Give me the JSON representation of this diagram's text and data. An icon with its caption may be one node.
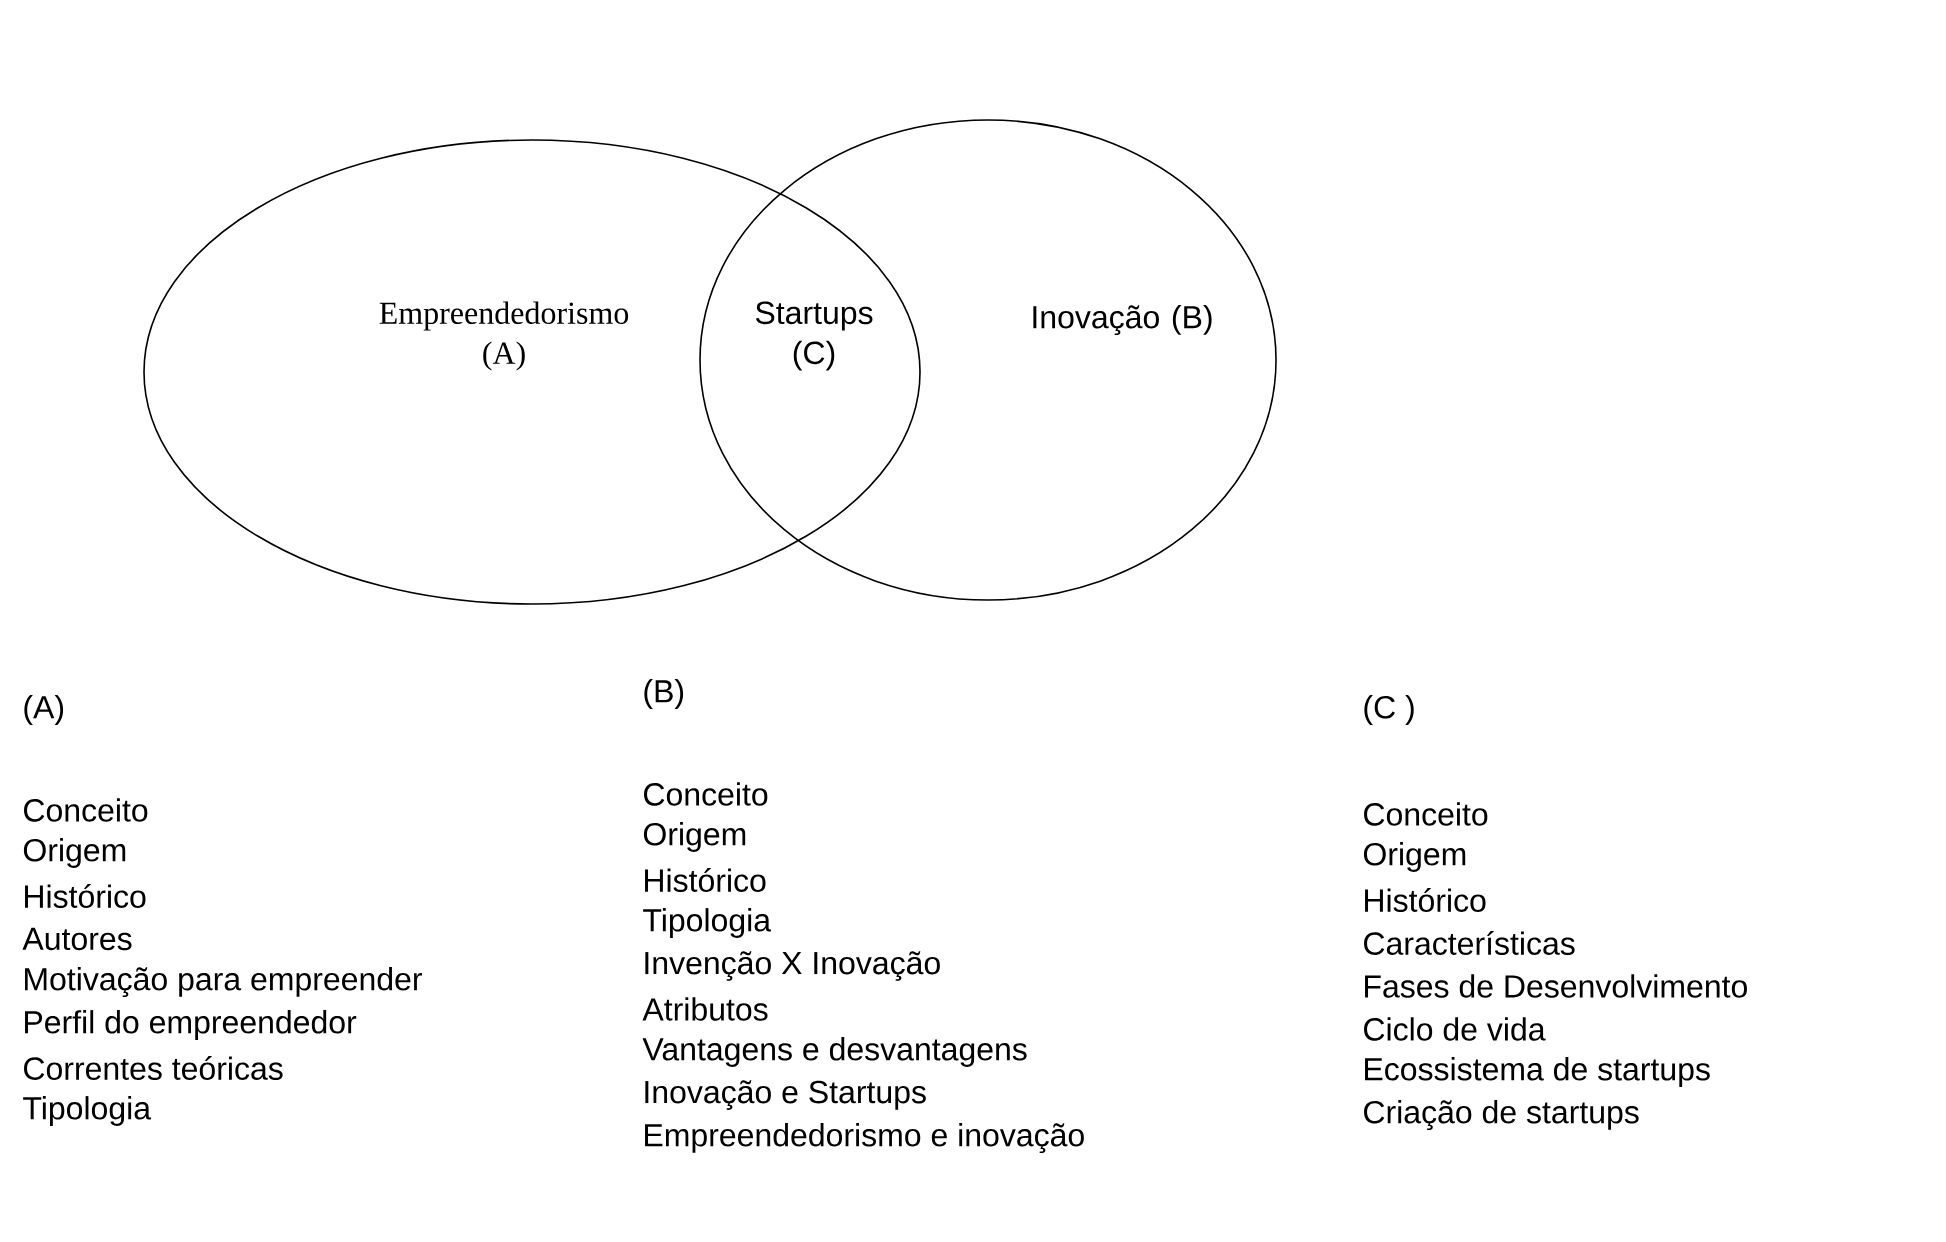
{
  "diagram": {
    "nodes": [
      {
        "text": [
          "Empreendedorismo (A)"
        ]
      },
      {
        "text": [
          "Inovação (B)"
        ]
      }
    ],
    "labels": [
      "Startups (C)",
      "(A)",
      "Conceito",
      "Origem",
      "Histórico",
      "Autores",
      "Motivação para empreender",
      "Perfil do empreendedor",
      "Correntes teóricas",
      "Tipologia",
      "(B)",
      "Conceito",
      "Origem",
      "Histórico",
      "Tipologia",
      "Invenção X Inovação",
      "Atributos",
      "Vantagens e desvantagens",
      "Inovação e Startups",
      "Empreendedorismo e inovação",
      "(C )",
      "Conceito",
      "Origem",
      "Histórico",
      "Características",
      "Fases de Desenvolvimento",
      "Ciclo de vida",
      "Ecossistema de startups",
      "Criação de startups"
    ]
  }
}
